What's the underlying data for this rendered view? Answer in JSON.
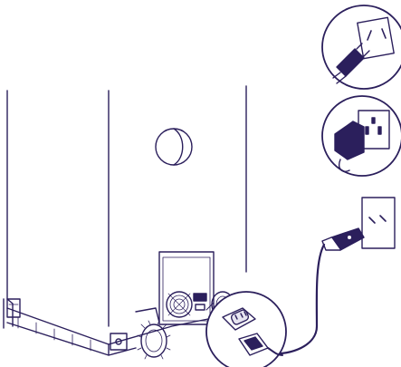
{
  "illustration": {
    "subject": "appliance-rear-power-connection",
    "colors": {
      "outline": "#2b1f5c",
      "accent_fill": "#e6e4f0",
      "background": "#ffffff"
    },
    "callouts": [
      {
        "id": "plug-type-a",
        "icon": "two-pin-plug-socket-icon"
      },
      {
        "id": "plug-type-b",
        "icon": "three-pin-plug-adapter-icon"
      },
      {
        "id": "plug-type-c",
        "icon": "wall-socket-plug-cable-icon"
      }
    ],
    "zoom": {
      "id": "power-inlet-detail",
      "icon": "iec-power-inlet-icon"
    }
  }
}
